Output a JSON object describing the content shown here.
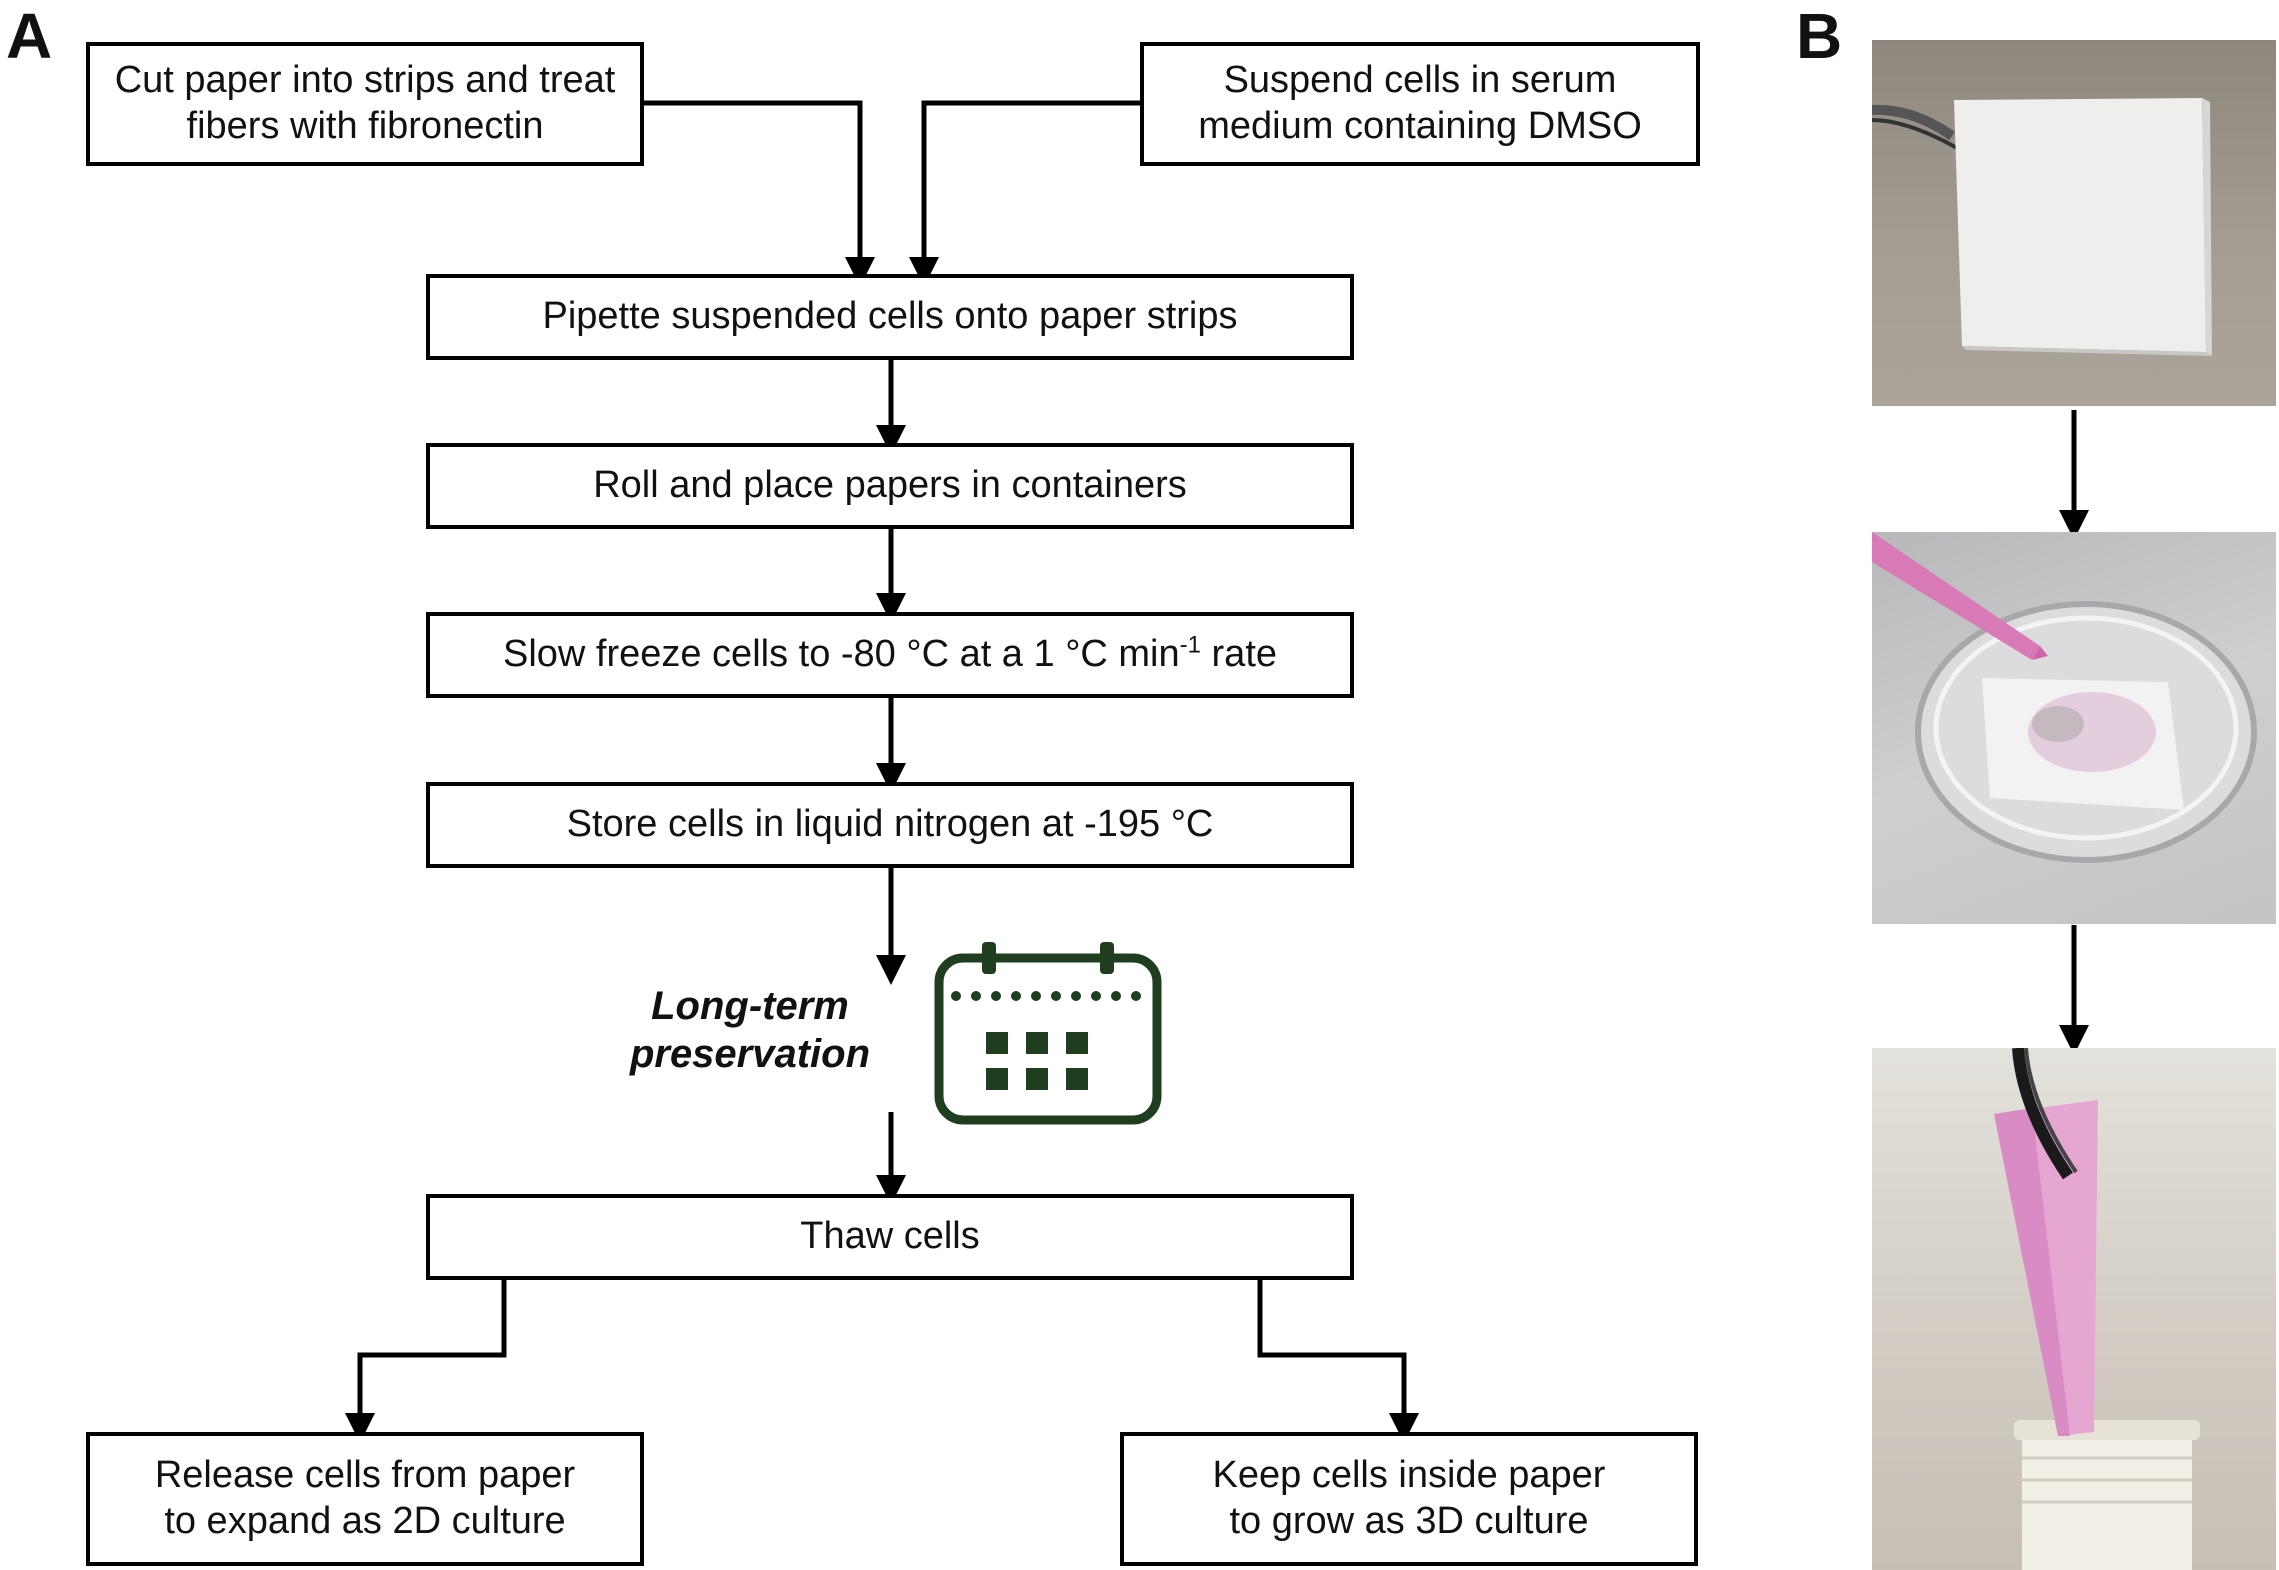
{
  "panel_a": {
    "letter": "A",
    "step_paper": [
      "Cut paper into strips and treat",
      "fibers with fibronectin"
    ],
    "step_suspend": [
      "Suspend cells in serum",
      "medium containing DMSO"
    ],
    "step_pipette": "Pipette suspended cells onto paper strips",
    "step_roll": "Roll and place papers in containers",
    "step_freeze": {
      "prefix": "Slow freeze cells to -80 °C at a 1 °C min",
      "sup": "-1",
      "suffix": " rate"
    },
    "step_store": "Store cells in liquid nitrogen at -195 °C",
    "preservation_label": [
      "Long-term",
      "preservation"
    ],
    "calendar_icon": "calendar-icon",
    "step_thaw": "Thaw cells",
    "step_2d": [
      "Release cells from paper",
      "to expand as 2D culture"
    ],
    "step_3d": [
      "Keep cells inside paper",
      "to grow as 3D culture"
    ]
  },
  "panel_b": {
    "letter": "B",
    "photos": [
      "photo-paper-square",
      "photo-pipette-paper-dish",
      "photo-rolled-paper-tube"
    ]
  },
  "colors": {
    "calendar": "#1f3d1f",
    "paper_photo_bg": "#9c968d",
    "dish_photo_bg": "#c9c9cb",
    "tube_photo_bg": "#d8d2ca",
    "pink": "#e8a8d4"
  }
}
